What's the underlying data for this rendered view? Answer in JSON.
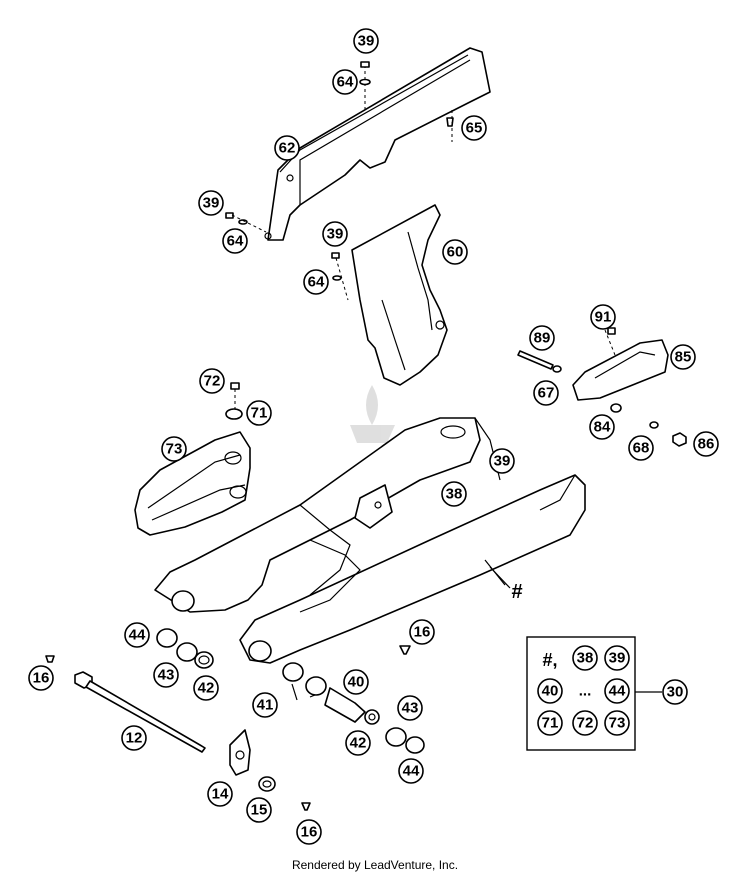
{
  "callouts": [
    {
      "id": "c39a",
      "text": "39"
    },
    {
      "id": "c64a",
      "text": "64"
    },
    {
      "id": "c65",
      "text": "65"
    },
    {
      "id": "c62",
      "text": "62"
    },
    {
      "id": "c39b",
      "text": "39"
    },
    {
      "id": "c64b",
      "text": "64"
    },
    {
      "id": "c39c",
      "text": "39"
    },
    {
      "id": "c60",
      "text": "60"
    },
    {
      "id": "c64c",
      "text": "64"
    },
    {
      "id": "c91",
      "text": "91"
    },
    {
      "id": "c89",
      "text": "89"
    },
    {
      "id": "c85",
      "text": "85"
    },
    {
      "id": "c67",
      "text": "67"
    },
    {
      "id": "c72",
      "text": "72"
    },
    {
      "id": "c71",
      "text": "71"
    },
    {
      "id": "c84",
      "text": "84"
    },
    {
      "id": "c68",
      "text": "68"
    },
    {
      "id": "c86",
      "text": "86"
    },
    {
      "id": "c73",
      "text": "73"
    },
    {
      "id": "c39d",
      "text": "39"
    },
    {
      "id": "c38",
      "text": "38"
    },
    {
      "id": "c16a",
      "text": "16"
    },
    {
      "id": "c44a",
      "text": "44"
    },
    {
      "id": "c43a",
      "text": "43"
    },
    {
      "id": "c42a",
      "text": "42"
    },
    {
      "id": "c16b",
      "text": "16"
    },
    {
      "id": "c40",
      "text": "40"
    },
    {
      "id": "c41",
      "text": "41"
    },
    {
      "id": "c43b",
      "text": "43"
    },
    {
      "id": "c42b",
      "text": "42"
    },
    {
      "id": "c44b",
      "text": "44"
    },
    {
      "id": "c12",
      "text": "12"
    },
    {
      "id": "c14",
      "text": "14"
    },
    {
      "id": "c15",
      "text": "15"
    },
    {
      "id": "c16c",
      "text": "16"
    },
    {
      "id": "c30",
      "text": "30"
    }
  ],
  "hash_label": "#",
  "kit_box": {
    "row1_hash": "#,",
    "row1": [
      "38",
      "39"
    ],
    "row2": [
      "40",
      "...",
      "44"
    ],
    "row3": [
      "71",
      "72",
      "73"
    ]
  },
  "footer": "Rendered by LeadVenture, Inc."
}
